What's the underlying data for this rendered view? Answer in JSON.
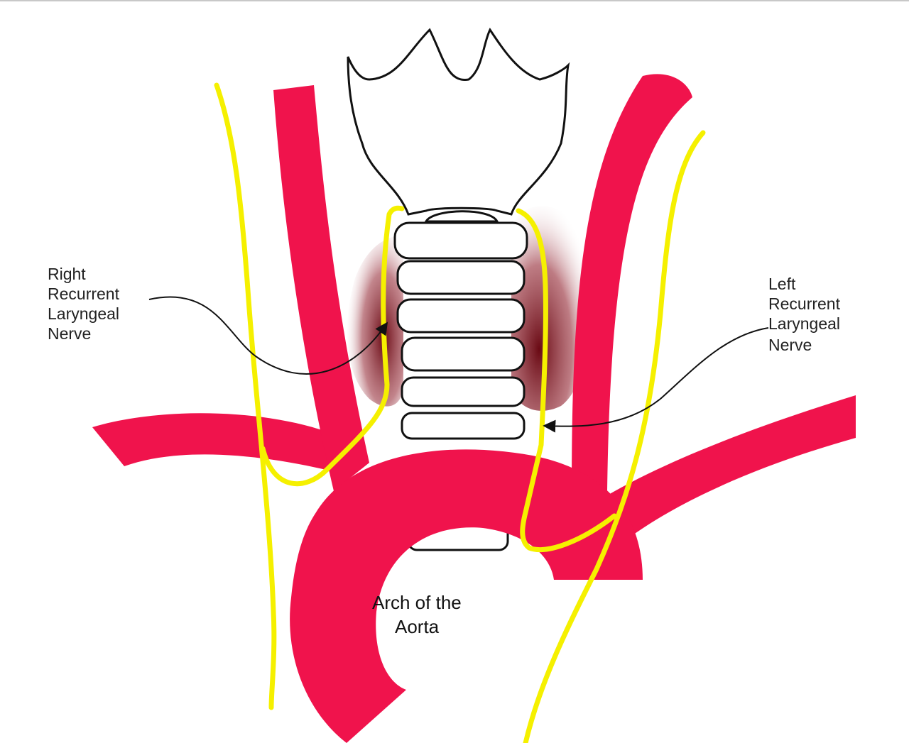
{
  "labels": {
    "right_nerve": [
      "Right",
      "Recurrent",
      "Laryngeal",
      "Nerve"
    ],
    "left_nerve": [
      "Left",
      "Recurrent",
      "Laryngeal",
      "Nerve"
    ],
    "aorta": [
      "Arch of the",
      "Aorta"
    ]
  },
  "colors": {
    "artery": "#f0134c",
    "nerve": "#f5f000",
    "outline": "#111111",
    "thyroid": "#7a0a12"
  }
}
